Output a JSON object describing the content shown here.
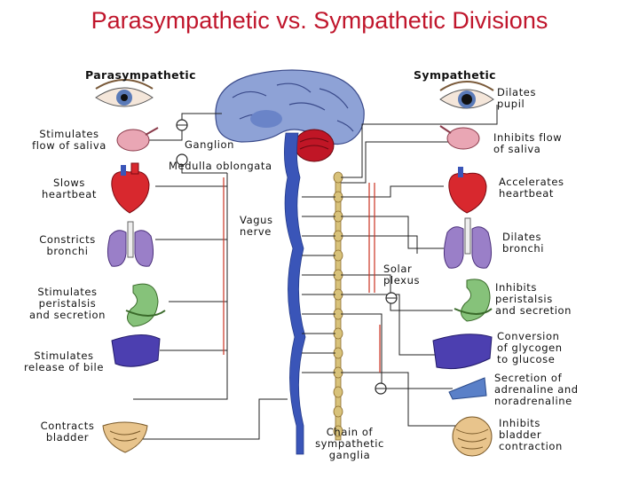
{
  "title": "Parasympathetic vs. Sympathetic Divisions",
  "headers": {
    "left": "Parasympathetic",
    "right": "Sympathetic"
  },
  "center_labels": {
    "ganglion": "Ganglion",
    "medulla": "Medulla oblongata",
    "vagus": "Vagus\nnerve",
    "solar": "Solar\nplexus",
    "chain": "Chain of\nsympathetic\nganglia"
  },
  "left_labels": [
    "Stimulates\nflow of saliva",
    "Slows\nheartbeat",
    "Constricts\nbronchi",
    "Stimulates\nperistalsis\nand secretion",
    "Stimulates\nrelease of bile",
    "Contracts\nbladder"
  ],
  "right_labels": [
    "Dilates\npupil",
    "Inhibits flow\nof saliva",
    "Accelerates\nheartbeat",
    "Dilates\nbronchi",
    "Inhibits\nperistalsis\nand secretion",
    "Conversion\nof glycogen\nto glucose",
    "Secretion of\nadrenaline and\nnoradrenaline",
    "Inhibits\nbladder\ncontraction"
  ],
  "colors": {
    "title": "#c0162c",
    "nerve": "#3a55b8",
    "chain": "#d8c27a",
    "brain": "#8ea2d6",
    "cerebellum": "#c01626",
    "heart": "#d8282e",
    "lung": "#9a7fc8",
    "stomach": "#86c27a",
    "liver": "#4c3fb0",
    "bladder": "#e8c48c",
    "adrenal": "#5a80c8"
  }
}
